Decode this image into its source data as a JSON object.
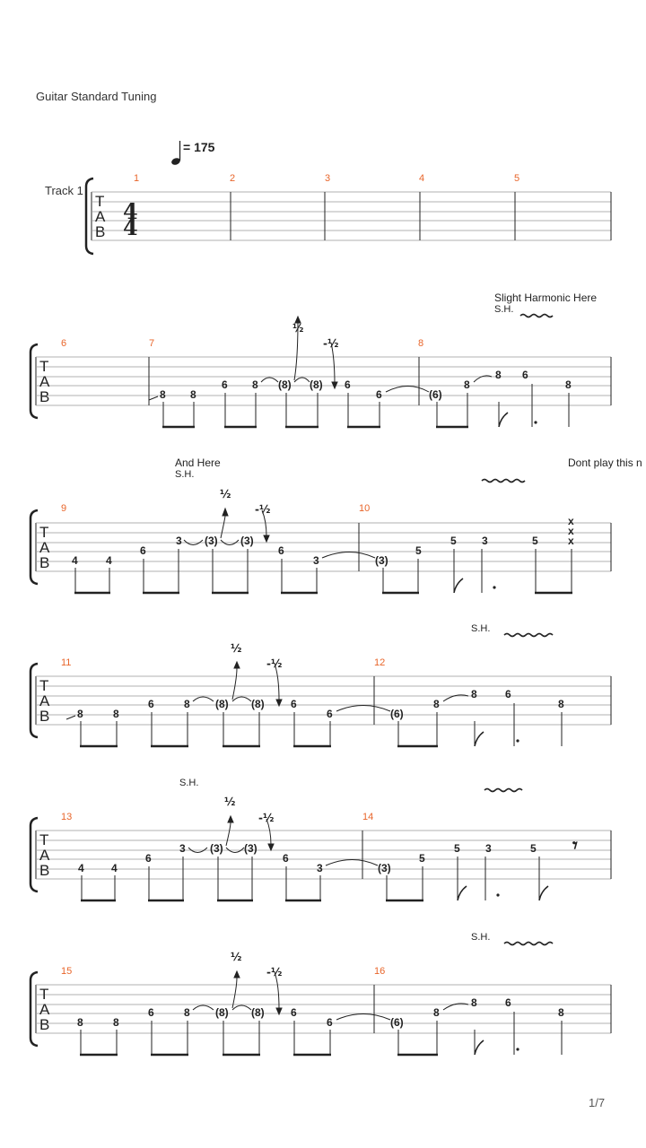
{
  "header": {
    "tuning": "Guitar Standard Tuning",
    "tempo_value": "= 175",
    "track_name": "Track 1"
  },
  "page_number": "1/7",
  "time_signature": {
    "top": "4",
    "bottom": "4"
  },
  "systems": [
    {
      "id": "system-1",
      "measure_numbers": [
        "1",
        "2",
        "3",
        "4",
        "5"
      ],
      "annotations": []
    },
    {
      "id": "system-2",
      "measure_numbers": [
        "6",
        "7",
        "8"
      ],
      "annotations": [
        "Slight Harmonic Here",
        "S.H."
      ],
      "bends": [
        "½",
        "-½"
      ],
      "notes": [
        "8",
        "8",
        "6",
        "8",
        "(8)",
        "(8)",
        "6",
        "6",
        "(6)",
        "8",
        "8",
        "6",
        "8"
      ]
    },
    {
      "id": "system-3",
      "measure_numbers": [
        "9",
        "10"
      ],
      "annotations": [
        "And Here",
        "S.H.",
        "Dont play this n"
      ],
      "bends": [
        "½",
        "-½"
      ],
      "notes": [
        "4",
        "4",
        "6",
        "3",
        "(3)",
        "(3)",
        "6",
        "3",
        "(3)",
        "5",
        "5",
        "3",
        "5",
        "x",
        "x",
        "x"
      ]
    },
    {
      "id": "system-4",
      "measure_numbers": [
        "11",
        "12"
      ],
      "annotations": [
        "S.H."
      ],
      "bends": [
        "½",
        "-½"
      ],
      "notes": [
        "8",
        "8",
        "6",
        "8",
        "(8)",
        "(8)",
        "6",
        "6",
        "(6)",
        "8",
        "8",
        "6",
        "8"
      ]
    },
    {
      "id": "system-5",
      "measure_numbers": [
        "13",
        "14"
      ],
      "annotations": [
        "S.H."
      ],
      "bends": [
        "½",
        "-½"
      ],
      "notes": [
        "4",
        "4",
        "6",
        "3",
        "(3)",
        "(3)",
        "6",
        "3",
        "(3)",
        "5",
        "5",
        "3",
        "5"
      ]
    },
    {
      "id": "system-6",
      "measure_numbers": [
        "15",
        "16"
      ],
      "annotations": [
        "S.H."
      ],
      "bends": [
        "½",
        "-½"
      ],
      "notes": [
        "8",
        "8",
        "6",
        "8",
        "(8)",
        "(8)",
        "6",
        "6",
        "(6)",
        "8",
        "8",
        "6",
        "8"
      ]
    }
  ]
}
